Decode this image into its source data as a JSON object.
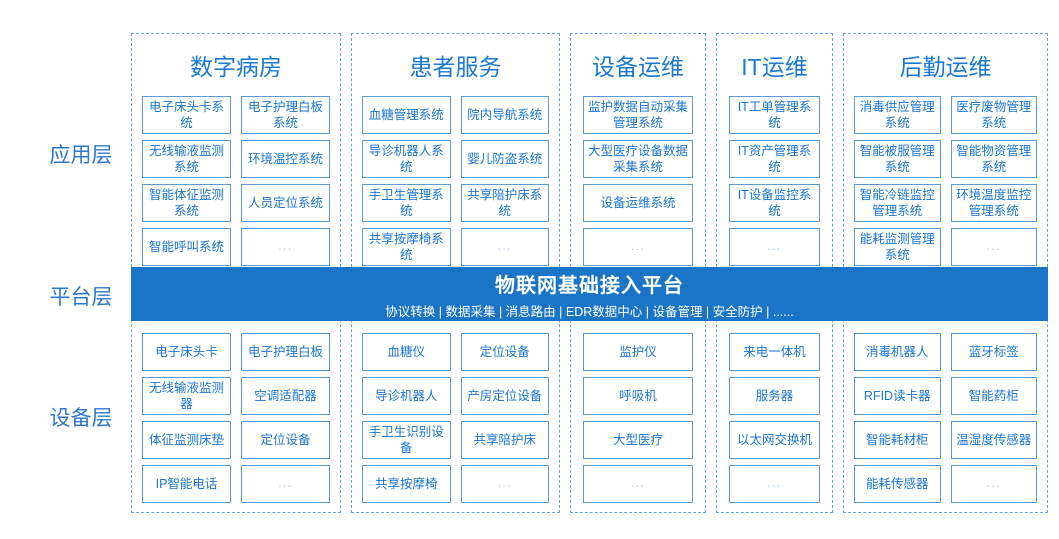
{
  "colors": {
    "band_blue": "#1b75c6",
    "box_border_blue": "#5b9bd5",
    "text_blue": "#1b76d0",
    "dashed_border_blue": "#63a4de",
    "layer_label_blue": "#2e78cc",
    "background": "#ffffff"
  },
  "layers": {
    "application": "应用层",
    "platform": "平台层",
    "device": "设备层"
  },
  "platform_band": {
    "title": "物联网基础接入平台",
    "subtitle": "协议转换 | 数据采集 | 消息路由 | EDR数据中心 | 设备管理 | 安全防护 | ......"
  },
  "columns": [
    {
      "title": "数字病房",
      "apps": [
        "电子床头卡系统",
        "电子护理白板系统",
        "无线输液监测系统",
        "环境温控系统",
        "智能体征监测系统",
        "人员定位系统",
        "智能呼叫系统",
        "..."
      ],
      "devices": [
        "电子床头卡",
        "电子护理白板",
        "无线输液监测器",
        "空调适配器",
        "体征监测床垫",
        "定位设备",
        "IP智能电话",
        "..."
      ]
    },
    {
      "title": "患者服务",
      "apps": [
        "血糖管理系统",
        "院内导航系统",
        "导诊机器人系统",
        "婴儿防盗系统",
        "手卫生管理系统",
        "共享陪护床系统",
        "共享按摩椅系统",
        "..."
      ],
      "devices": [
        "血糖仪",
        "定位设备",
        "导诊机器人",
        "产房定位设备",
        "手卫生识别设备",
        "共享陪护床",
        "共享按摩椅",
        "..."
      ]
    },
    {
      "title": "设备运维",
      "apps": [
        "监护数据自动采集管理系统",
        "大型医疗设备数据采集系统",
        "设备运维系统",
        "..."
      ],
      "devices": [
        "监护仪",
        "呼吸机",
        "大型医疗",
        "..."
      ]
    },
    {
      "title": "IT运维",
      "apps": [
        "IT工单管理系统",
        "IT资产管理系统",
        "IT设备监控系统",
        "..."
      ],
      "devices": [
        "来电一体机",
        "服务器",
        "以太网交换机",
        "..."
      ]
    },
    {
      "title": "后勤运维",
      "apps": [
        "消毒供应管理系统",
        "医疗废物管理系统",
        "智能被服管理系统",
        "智能物资管理系统",
        "智能冷链监控管理系统",
        "环境温度监控管理系统",
        "能耗监测管理系统",
        "..."
      ],
      "devices": [
        "消毒机器人",
        "蓝牙标签",
        "RFID读卡器",
        "智能药柜",
        "智能耗材柜",
        "温湿度传感器",
        "能耗传感器",
        "..."
      ]
    }
  ]
}
